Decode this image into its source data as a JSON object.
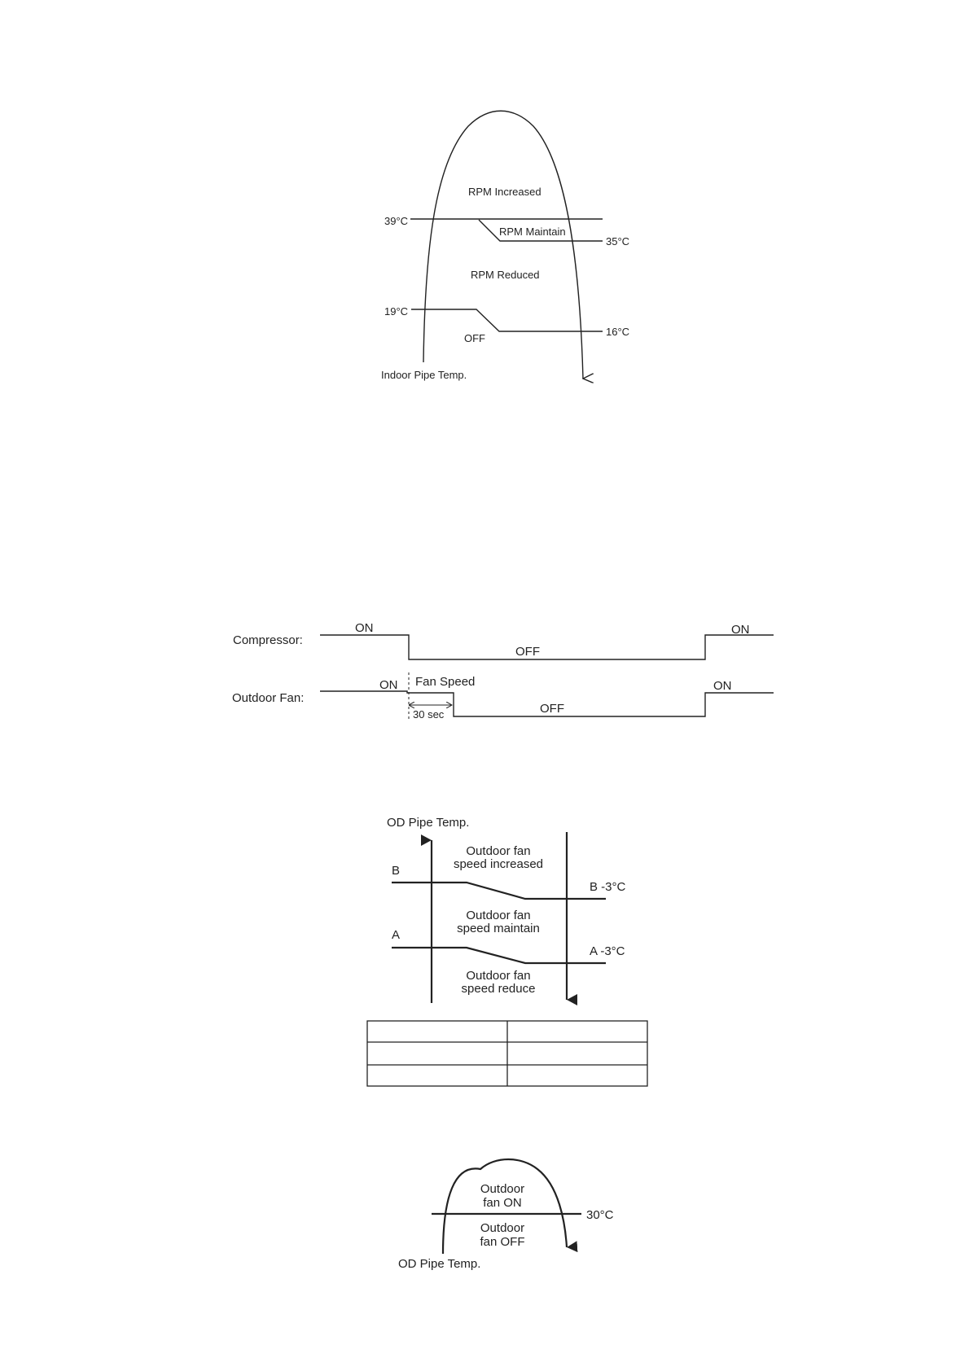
{
  "diagram1": {
    "zones": {
      "increased": "RPM Increased",
      "maintain": "RPM Maintain",
      "reduced": "RPM Reduced",
      "off": "OFF"
    },
    "thresholds": {
      "t39": "39°C",
      "t35": "35°C",
      "t19": "19°C",
      "t16": "16°C"
    },
    "axis_label": "Indoor Pipe Temp."
  },
  "diagram2": {
    "compressor_label": "Compressor:",
    "outdoor_fan_label": "Outdoor Fan:",
    "comp_on_left": "ON",
    "comp_off": "OFF",
    "comp_on_right": "ON",
    "fan_on_left": "ON",
    "fan_speed": "Fan Speed",
    "delay": "30 sec",
    "fan_off": "OFF",
    "fan_on_right": "ON"
  },
  "diagram3": {
    "axis_label": "OD Pipe Temp.",
    "b_label": "B",
    "a_label": "A",
    "b_minus": "B -3°C",
    "a_minus": "A -3°C",
    "increased_1": "Outdoor fan",
    "increased_2": "speed increased",
    "maintain_1": "Outdoor fan",
    "maintain_2": "speed maintain",
    "reduce_1": "Outdoor fan",
    "reduce_2": "speed reduce"
  },
  "table": {
    "rows": 3,
    "cols": 2
  },
  "diagram4": {
    "on_1": "Outdoor",
    "on_2": "fan ON",
    "off_1": "Outdoor",
    "off_2": "fan OFF",
    "threshold": "30°C",
    "axis_label": "OD Pipe Temp."
  }
}
